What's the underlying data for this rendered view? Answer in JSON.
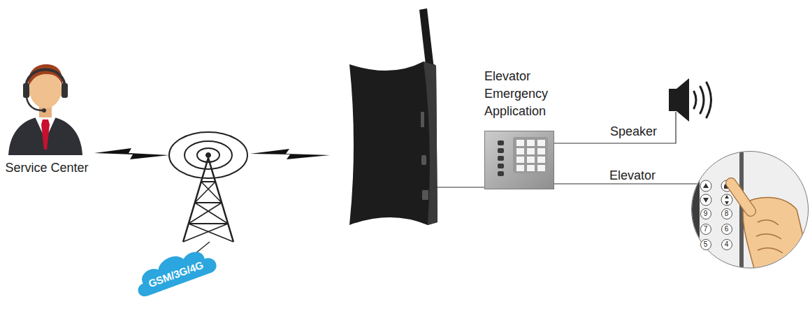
{
  "diagram": {
    "nodes": [
      {
        "text": [
          "GSM/3G/4G"
        ]
      },
      {
        "text": [
          "Elevator Emergency Application"
        ]
      },
      {
        "text": [
          "9",
          "8",
          "7",
          "6",
          "5",
          "4"
        ]
      }
    ],
    "edges": [
      {
        "from": 1,
        "to": 2,
        "arrow": "none",
        "label": "Elevator"
      }
    ],
    "labels": [
      "Service Center",
      "Speaker"
    ]
  }
}
